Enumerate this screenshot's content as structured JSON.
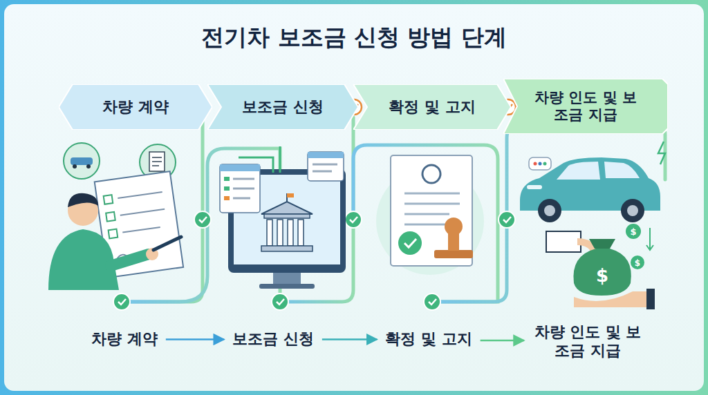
{
  "diagram": {
    "title": "전기차 보조금 신청 방법 단계",
    "nodes": [
      {
        "text": [
          "차량 계약"
        ]
      },
      {
        "text": [
          "보조금 신청"
        ]
      },
      {
        "text": [
          "확정 및 고지"
        ]
      },
      {
        "text": [
          "차량 인도 및 보조금 지급"
        ]
      },
      {
        "text": [
          "차량 계약"
        ]
      },
      {
        "text": [
          "보조금 신청"
        ]
      },
      {
        "text": [
          "확정 및 고지"
        ]
      },
      {
        "text": [
          "차량 인도 및 보조금 지급"
        ]
      }
    ],
    "edges": [
      {
        "from": 4,
        "to": 5,
        "arrow": "to"
      },
      {
        "from": 5,
        "to": 6,
        "arrow": "to"
      },
      {
        "from": 6,
        "to": 7,
        "arrow": "to"
      }
    ]
  }
}
